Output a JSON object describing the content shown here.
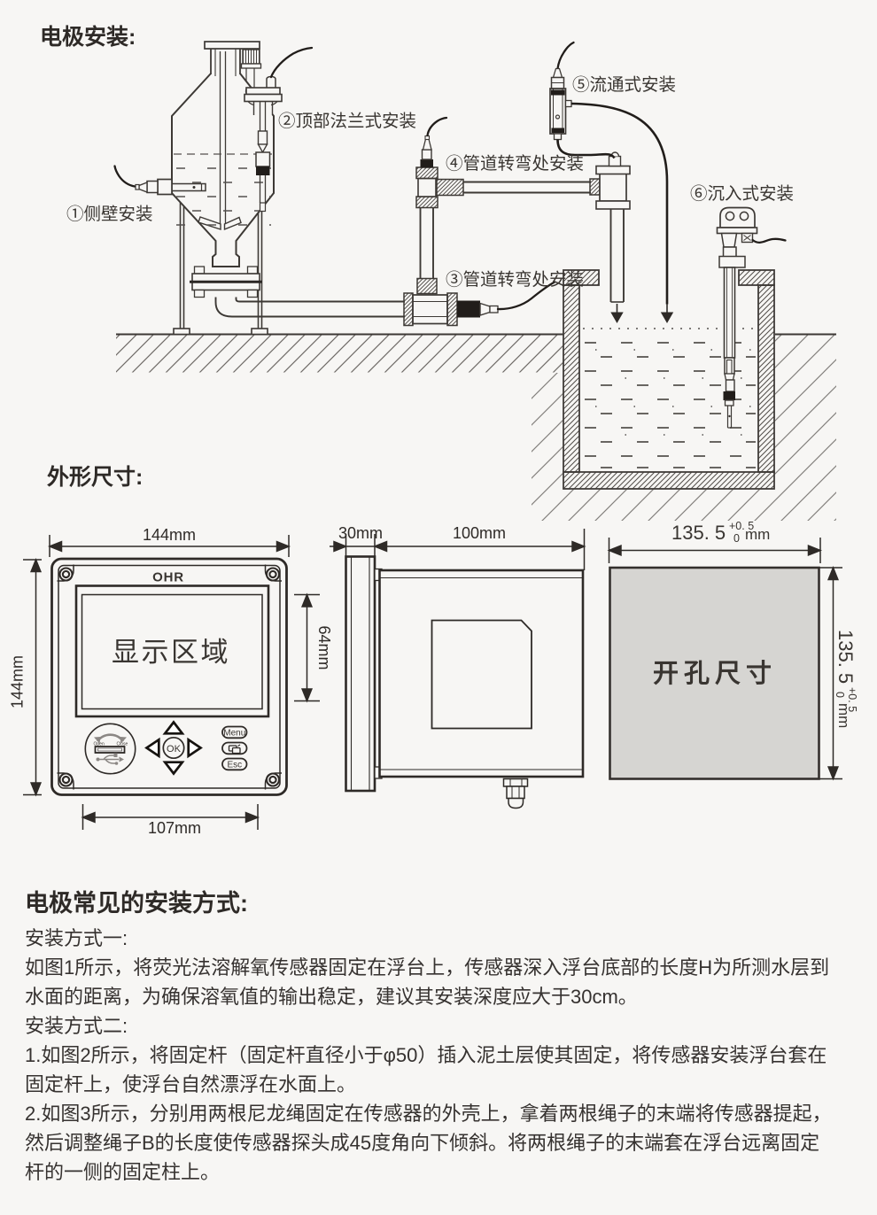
{
  "colors": {
    "background": "#f7f6f4",
    "ink": "#2e2a27",
    "line": "#44403c",
    "dark_fill": "#211d1a",
    "cutout_gray": "#d6d5d2",
    "hatch_light": "#8e8b88",
    "usb_gray": "#8b8784"
  },
  "install_section": {
    "heading": "电极安装:",
    "labels": {
      "side_wall": "①侧壁安装",
      "top_flange": "②顶部法兰式安装",
      "pipe_bend_low": "③管道转弯处安装",
      "pipe_bend_high": "④管道转弯处安装",
      "flow_through": "⑤流通式安装",
      "submersion": "⑥沉入式安装"
    }
  },
  "dims_section": {
    "heading": "外形尺寸:",
    "front_view": {
      "brand": "OHR",
      "display_label": "显示区域",
      "width_dim": "144mm",
      "height_dim": "144mm",
      "display_dim": "64mm",
      "bottom_dim": "107mm",
      "btn_menu": "Menu",
      "btn_esc": "Esc",
      "btn_ok": "OK",
      "usb_open": "Open",
      "usb_close": "Close"
    },
    "side_view": {
      "bezel_dim": "30mm",
      "depth_dim": "100mm"
    },
    "cutout": {
      "label": "开孔尺寸",
      "width_dim": {
        "value": "135. 5",
        "tol_upper": "+0. 5",
        "tol_lower": "0",
        "unit": "mm"
      },
      "height_dim": {
        "value": "135. 5",
        "tol_upper": "+0. 5",
        "tol_lower": "0",
        "unit": "mm"
      }
    }
  },
  "methods_section": {
    "heading": "电极常见的安装方式:",
    "method1_title": "安装方式一:",
    "method1_text": "如图1所示，将荧光法溶解氧传感器固定在浮台上，传感器深入浮台底部的长度H为所测水层到水面的距离，为确保溶氧值的输出稳定，建议其安装深度应大于30cm。",
    "method2_title": "安装方式二:",
    "method2_item1": "1.如图2所示，将固定杆（固定杆直径小于φ50）插入泥土层使其固定，将传感器安装浮台套在固定杆上，使浮台自然漂浮在水面上。",
    "method2_item2": "2.如图3所示，分别用两根尼龙绳固定在传感器的外壳上，拿着两根绳子的末端将传感器提起，然后调整绳子B的长度使传感器探头成45度角向下倾斜。将两根绳子的末端套在浮台远离固定杆的一侧的固定柱上。"
  }
}
